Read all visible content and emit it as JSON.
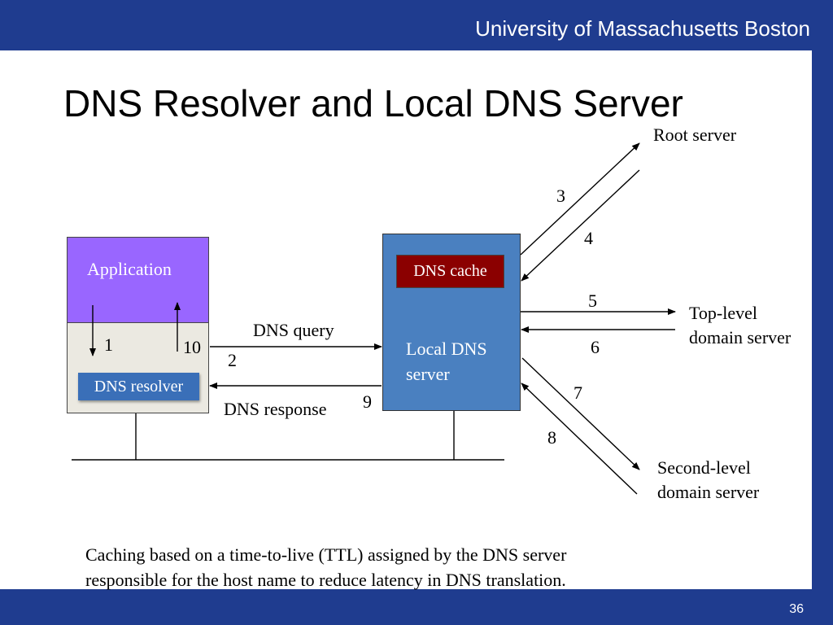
{
  "header": {
    "institution": "University of Massachusetts Boston",
    "page_number": "36"
  },
  "title": "DNS Resolver and Local DNS Server",
  "host": {
    "application_label": "Application",
    "resolver_label": "DNS resolver"
  },
  "local_server": {
    "cache_label": "DNS cache",
    "label": "Local DNS server"
  },
  "servers": {
    "root": "Root server",
    "tld_line1": "Top-level",
    "tld_line2": "domain server",
    "sld_line1": "Second-level",
    "sld_line2": "domain server"
  },
  "links": {
    "query": "DNS query",
    "response": "DNS response"
  },
  "steps": [
    "1",
    "2",
    "3",
    "4",
    "5",
    "6",
    "7",
    "8",
    "9",
    "10"
  ],
  "caption": {
    "line1": "Caching based on a time-to-live (TTL) assigned by the DNS server",
    "line2": "responsible for the host name to reduce latency in DNS translation."
  }
}
